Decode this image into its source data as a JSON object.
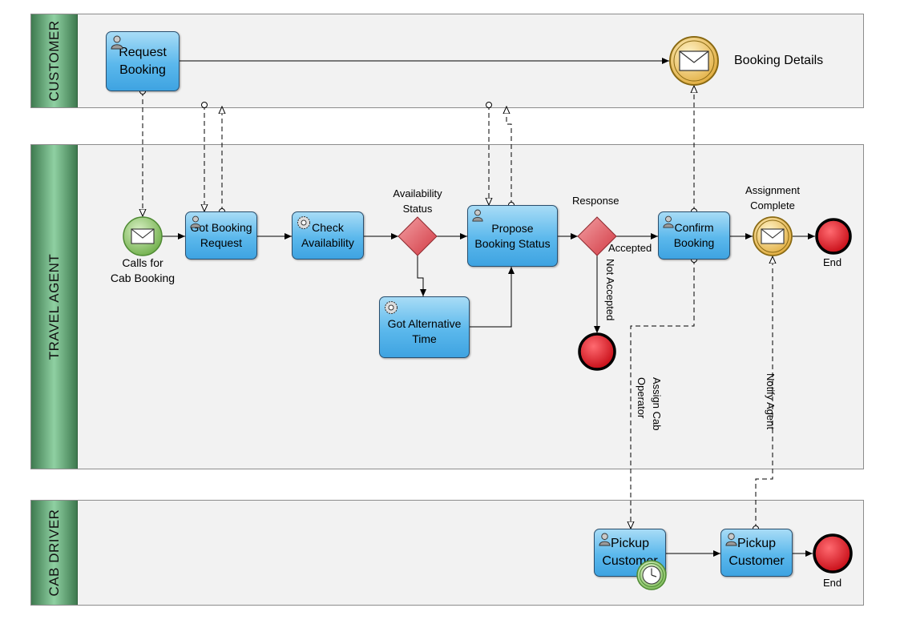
{
  "lanes": {
    "customer": "CUSTOMER",
    "travel_agent": "TRAVEL AGENT",
    "cab_driver": "CAB DRIVER"
  },
  "tasks": {
    "request_booking": [
      "Request",
      "Booking"
    ],
    "got_booking_request": [
      "Got Booking",
      "Request"
    ],
    "check_availability": [
      "Check",
      "Availability"
    ],
    "propose_booking_status": [
      "Propose",
      "Booking Status"
    ],
    "got_alternative_time": [
      "Got Alternative",
      "Time"
    ],
    "confirm_booking": [
      "Confirm",
      "Booking"
    ],
    "pickup_customer_1": [
      "Pickup",
      "Customer"
    ],
    "pickup_customer_2": [
      "Pickup",
      "Customer"
    ]
  },
  "labels": {
    "booking_details": "Booking Details",
    "calls_for_cab_booking": [
      "Calls for",
      "Cab Booking"
    ],
    "availability_status": [
      "Availability",
      "Status"
    ],
    "response": "Response",
    "accepted": "Accepted",
    "not_accepted": "Not Accepted",
    "assignment_complete": [
      "Assignment",
      "Complete"
    ],
    "end_agent": "End",
    "end_driver": "End",
    "assign_cab_operator": [
      "Assign Cab",
      "Operator"
    ],
    "notify_agent": "Notify Agent"
  },
  "colors": {
    "lane_header": "#3e7a4f",
    "task_fill": "#5bb8ec",
    "gateway": "#e0525a",
    "end_event": "#e5141e",
    "start_event": "#8cc46a",
    "message_event": "#f2cc6a"
  }
}
